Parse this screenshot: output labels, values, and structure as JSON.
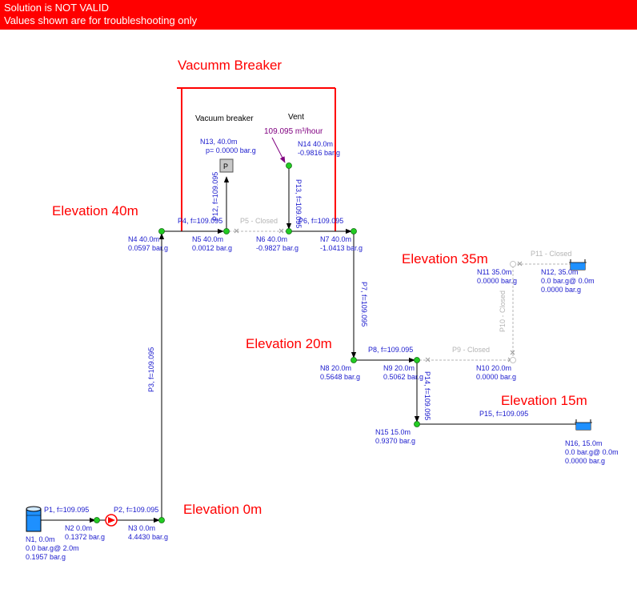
{
  "banner": {
    "line1": "Solution is NOT VALID",
    "line2": "Values shown are for troubleshooting only"
  },
  "annotations": {
    "vacuum_breaker_title": "Vacumm Breaker",
    "vacuum_breaker_label": "Vacuum breaker",
    "vent_label": "Vent",
    "flow_note": "109.095 m³/hour",
    "elev40": "Elevation 40m",
    "elev35": "Elevation 35m",
    "elev20": "Elevation 20m",
    "elev15": "Elevation 15m",
    "elev0": "Elevation 0m"
  },
  "nodes": {
    "n1": [
      "N1, 0.0m",
      "0.0 bar.g@ 2.0m",
      "0.1957 bar.g"
    ],
    "n2": [
      "N2  0.0m",
      "0.1372 bar.g"
    ],
    "n3": [
      "N3  0.0m",
      "4.4430 bar.g"
    ],
    "n4": [
      "N4  40.0m",
      "0.0597 bar.g"
    ],
    "n5": [
      "N5  40.0m",
      "0.0012 bar.g"
    ],
    "n6": [
      "N6  40.0m",
      "-0.9827 bar.g"
    ],
    "n7": [
      "N7  40.0m",
      "-1.0413 bar.g"
    ],
    "n8": [
      "N8  20.0m",
      "0.5648 bar.g"
    ],
    "n9": [
      "N9  20.0m",
      "0.5062 bar.g"
    ],
    "n10": [
      "N10  20.0m",
      "0.0000 bar.g"
    ],
    "n11": [
      "N11  35.0m",
      "0.0000 bar.g"
    ],
    "n12": [
      "N12, 35.0m",
      "0.0 bar.g@ 0.0m",
      "0.0000 bar.g"
    ],
    "n13": [
      "N13, 40.0m",
      "p= 0.0000 bar.g"
    ],
    "n14": [
      "N14  40.0m",
      "-0.9816 bar.g"
    ],
    "n15": [
      "N15  15.0m",
      "0.9370 bar.g"
    ],
    "n16": [
      "N16, 15.0m",
      "0.0 bar.g@ 0.0m",
      "0.0000 bar.g"
    ]
  },
  "pipes": {
    "p1": "P1, f=109.095",
    "p2": "P2, f=109.095",
    "p3": "P3, f=109.095",
    "p4": "P4, f=109.095",
    "p5": "P5 - Closed",
    "p6": "P6, f=109.095",
    "p7": "P7, f=109.095",
    "p8": "P8, f=109.095",
    "p9": "P9 - Closed",
    "p10": "P10 - Closed",
    "p11": "P11 - Closed",
    "p12": "P12, f=109.095",
    "p13": "P13, f=109.095",
    "p14": "P14, f=109.095",
    "p15": "P15, f=109.095"
  },
  "icons": {
    "pressure_box_letter": "P"
  },
  "colors": {
    "banner": "#ff0000",
    "pipe": "#000000",
    "closed_pipe": "#b4b4b4",
    "node": "#22cc22",
    "label": "#1a1acd",
    "annotation": "#ff0000",
    "flow_note": "#800080",
    "tank": "#1e90ff"
  }
}
